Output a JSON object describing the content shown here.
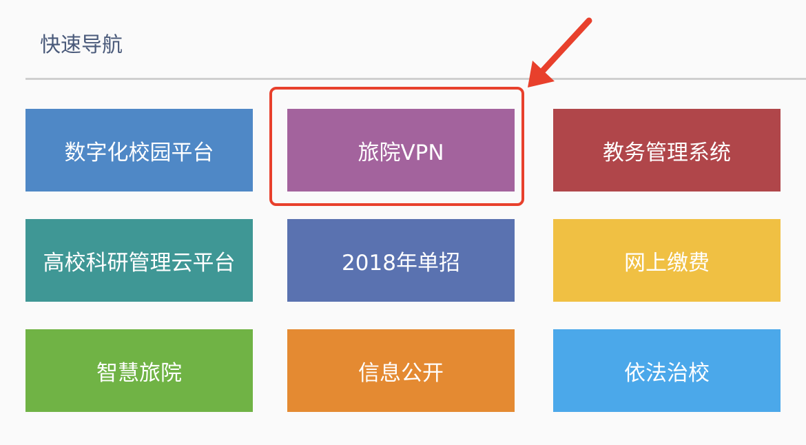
{
  "nav": {
    "title": "快速导航"
  },
  "tiles": [
    {
      "label": "数字化校园平台",
      "color": "#4f88c6"
    },
    {
      "label": "旅院VPN",
      "color": "#a3639d"
    },
    {
      "label": "教务管理系统",
      "color": "#b0464a"
    },
    {
      "label": "高校科研管理云平台",
      "color": "#3f9795"
    },
    {
      "label": "2018年单招",
      "color": "#5a72b0"
    },
    {
      "label": "网上缴费",
      "color": "#f0c043"
    },
    {
      "label": "智慧旅院",
      "color": "#70b345"
    },
    {
      "label": "信息公开",
      "color": "#e48a32"
    },
    {
      "label": "依法治校",
      "color": "#4ba8ea"
    }
  ],
  "annotation": {
    "highlight_color": "#e8402c",
    "highlighted_tile": "旅院VPN"
  }
}
